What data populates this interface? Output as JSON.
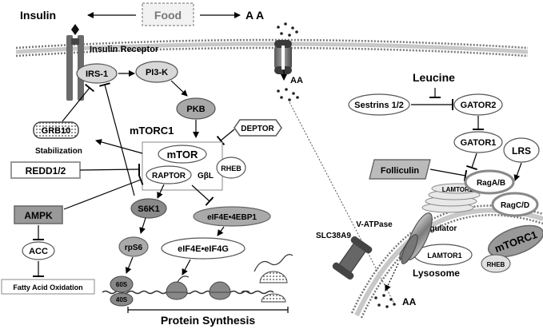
{
  "labels": {
    "insulin": "Insulin",
    "food": "Food",
    "aa_top": "A A",
    "insulin_receptor": "Insulin Receptor",
    "irs1": "IRS-1",
    "pi3k": "PI3-K",
    "aa_channel": "AA",
    "pkb": "PKB",
    "mtorc1_title": "mTORC1",
    "deptor": "DEPTOR",
    "grb10": "GRB10",
    "stabilization": "Stabilization",
    "redd12": "REDD1/2",
    "mtor": "mTOR",
    "raptor": "RAPTOR",
    "gbl": "GβL",
    "rheb": "RHEB",
    "ampk": "AMPK",
    "s6k1": "S6K1",
    "eif4e_4ebp1": "eIF4E•4EBP1",
    "rps6": "rpS6",
    "eif4e_eif4g": "eIF4E•eIF4G",
    "acc": "ACC",
    "fatty_acid_oxidation": "Fatty Acid Oxidation",
    "ribosome_60s": "60S",
    "ribosome_40s": "40S",
    "protein_synthesis": "Protein Synthesis",
    "leucine": "Leucine",
    "sestrins": "Sestrins 1/2",
    "gator2": "GATOR2",
    "gator1": "GATOR1",
    "lrs": "LRS",
    "folliculin": "Folliculin",
    "ragab": "RagA/B",
    "lamtor2": "LAMTOR2",
    "ragcd": "RagC/D",
    "ragulator": "Ragulator",
    "vatpase": "V-ATPase",
    "lamtor1": "LAMTOR1",
    "mtorc1_lyso": "mTORC1",
    "rheb_lyso": "RHEB",
    "slc38a9": "SLC38A9",
    "lysosome": "Lysosome",
    "aa_bottom": "AA"
  }
}
